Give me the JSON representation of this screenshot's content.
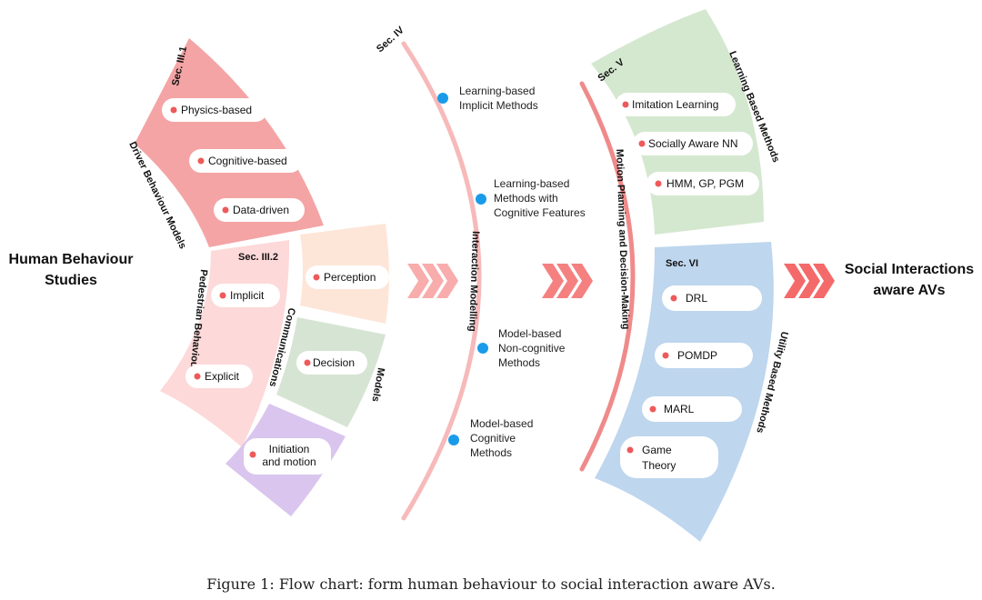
{
  "left_title": [
    "Human Behaviour",
    "Studies"
  ],
  "right_title": [
    "Social Interactions",
    "aware AVs"
  ],
  "caption": "Figure 1: Flow chart: form human behaviour to social interaction aware AVs.",
  "driver": {
    "sec": "Sec. III.1",
    "label": "Driver Behaviour Models",
    "items": [
      "Physics-based",
      "Cognitive-based",
      "Data-driven"
    ]
  },
  "pedestrian": {
    "sec": "Sec. III.2",
    "behaviour_label": "Pedestrian Behaviour",
    "communications_label": "Communications",
    "models_label": "Models",
    "implicit": "Implicit",
    "explicit": "Explicit",
    "perception": "Perception",
    "decision": "Decision",
    "initiation": [
      "Initiation",
      "and motion"
    ]
  },
  "interaction": {
    "sec": "Sec. IV",
    "label": "Interaction Modelling",
    "points": [
      [
        "Learning-based",
        "Implicit Methods"
      ],
      [
        "Learning-based",
        "Methods with",
        "Cognitive Features"
      ],
      [
        "Model-based",
        "Non-cognitive",
        "Methods"
      ],
      [
        "Model-based",
        "Cognitive",
        "Methods"
      ]
    ]
  },
  "motion_label": "Motion Planning and Decision-Making",
  "learning": {
    "sec": "Sec. V",
    "label": "Learning Based Methods",
    "items": [
      "Imitation Learning",
      "Socially Aware NN",
      "HMM, GP, PGM"
    ]
  },
  "utility": {
    "sec": "Sec. VI",
    "label": "Utility Based Methods",
    "items": [
      "DRL",
      "POMDP",
      "MARL",
      [
        "Game",
        "Theory"
      ]
    ]
  },
  "colors": {
    "driver": "#f4a4a4",
    "pedestrian": "#fdd9d9",
    "perception": "#fde6d8",
    "decision": "#d6e5d3",
    "initiation": "#d9c5ee",
    "learning": "#d4e8d0",
    "utility": "#bed6ee",
    "arc": "#f7b9b9",
    "motion_arc": "#f08a8a",
    "node": "#1a9bea",
    "bullet": "#ee5a5a",
    "chevron": "#f46a6a"
  }
}
